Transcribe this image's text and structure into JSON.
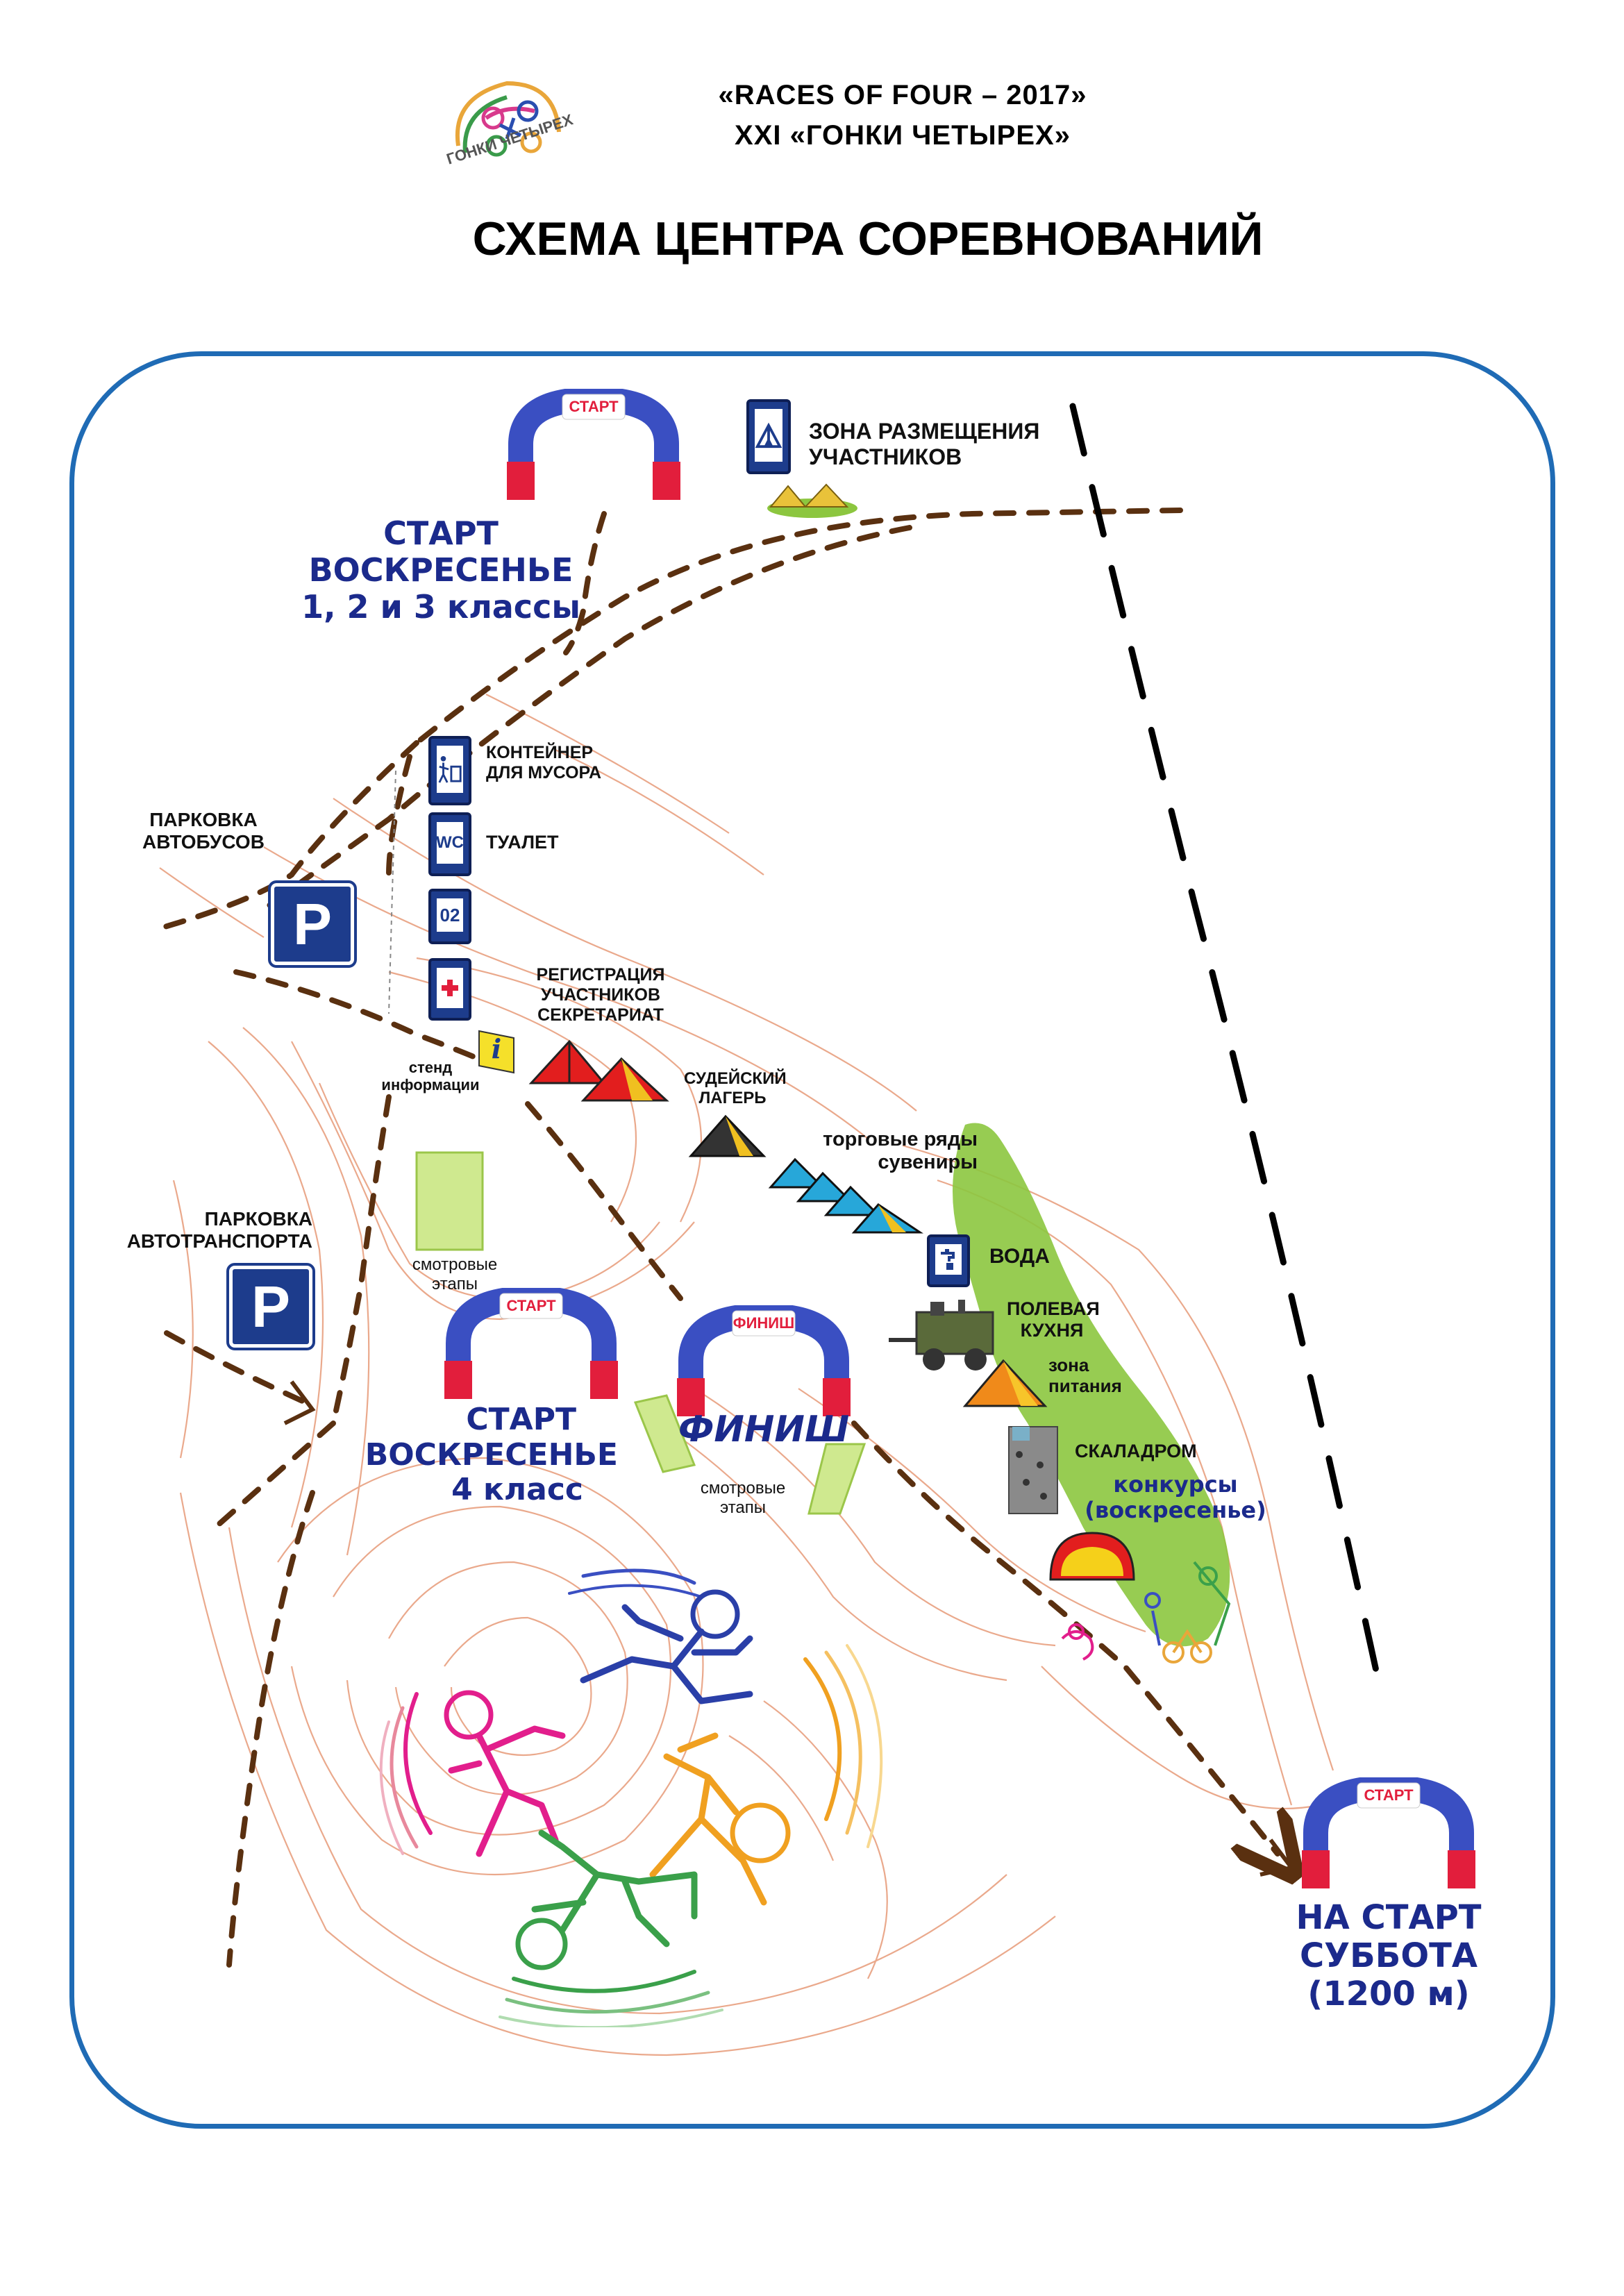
{
  "header": {
    "line1": "«RACES OF FOUR – 2017»",
    "line2": "XXI «ГОНКИ ЧЕТЫРЕХ»",
    "title": "СХЕМА ЦЕНТРА СОРЕВНОВАНИЙ",
    "logo_text": "ГОНКИ ЧЕТЫРЕХ"
  },
  "arches": {
    "start_label": "СТАРТ",
    "finish_label": "ФИНИШ"
  },
  "labels": {
    "start_sunday_123": [
      "СТАРТ",
      "ВОСКРЕСЕНЬЕ",
      "1, 2 и 3 классы"
    ],
    "start_sunday_4": [
      "СТАРТ",
      "ВОСКРЕСЕНЬЕ",
      "4 класс"
    ],
    "finish": "ФИНИШ",
    "to_start_saturday": [
      "НА СТАРТ",
      "СУББОТА",
      "(1200 м)"
    ],
    "camp_zone": [
      "ЗОНА РАЗМЕЩЕНИЯ",
      "УЧАСТНИКОВ"
    ],
    "trash": [
      "КОНТЕЙНЕР",
      "ДЛЯ МУСОРА"
    ],
    "toilet": "ТУАЛЕТ",
    "bus_parking": [
      "ПАРКОВКА",
      "АВТОБУСОВ"
    ],
    "car_parking": [
      "ПАРКОВКА",
      "АВТОТРАНСПОРТА"
    ],
    "registration": [
      "РЕГИСТРАЦИЯ",
      "УЧАСТНИКОВ",
      "СЕКРЕТАРИАТ"
    ],
    "info_stand": [
      "стенд",
      "информации"
    ],
    "judges_camp": [
      "СУДЕЙСКИЙ",
      "ЛАГЕРЬ"
    ],
    "trade": [
      "торговые ряды",
      "сувениры"
    ],
    "water": "ВОДА",
    "field_kitchen": [
      "ПОЛЕВАЯ",
      "КУХНЯ"
    ],
    "food_zone": [
      "зона",
      "питания"
    ],
    "climbing": "СКАЛАДРОМ",
    "contests": [
      "конкурсы",
      "(воскресенье)"
    ],
    "viewing_stages_1": [
      "смотровые",
      "этапы"
    ],
    "viewing_stages_2": [
      "смотровые",
      "этапы"
    ]
  },
  "icons": {
    "wc_text": "WC",
    "police_text": "02",
    "parking_text": "P",
    "info_text": "i"
  },
  "colors": {
    "frame": "#1f6bb5",
    "path": "#5a3010",
    "title_blue": "#1b2a8c",
    "green_zone": "#8cc63f",
    "arch_red": "#e21e3c",
    "arch_blue": "#3a4fc2"
  }
}
